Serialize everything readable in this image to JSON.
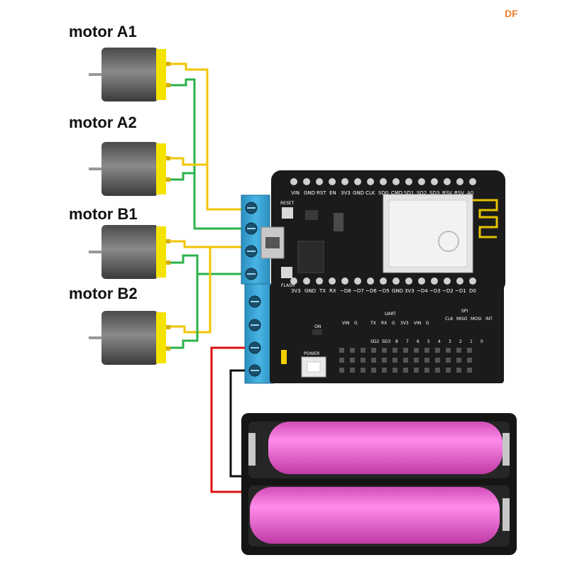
{
  "watermark": "DF",
  "motors": [
    {
      "label": "motor A1"
    },
    {
      "label": "motor A2"
    },
    {
      "label": "motor B1"
    },
    {
      "label": "motor B2"
    }
  ],
  "nodemcu": {
    "top_pins": [
      "VIN",
      "GND",
      "RST",
      "EN",
      "3V3",
      "GND",
      "CLK",
      "SD0",
      "CMD",
      "SD1",
      "SD2",
      "SD3",
      "RSV",
      "RSV",
      "A0"
    ],
    "bottom_pins": [
      "3V3",
      "GND",
      "TX",
      "RX",
      "~D8",
      "~D7",
      "~D6",
      "~D5",
      "GND",
      "3V3",
      "~D4",
      "~D3",
      "~D2",
      "~D1",
      "D0"
    ],
    "reset_label": "RESET",
    "flash_label": "FLASH"
  },
  "shield": {
    "on_label": "ON",
    "power_label": "POWER",
    "uart_label": "UART",
    "spi_label": "SPI",
    "uart_pins": [
      "TX",
      "RX",
      "G",
      "3V3",
      "VIN",
      "G"
    ],
    "spi_pins": [
      "CLK",
      "MISO",
      "MOSI",
      "INT"
    ],
    "vin_g": [
      "VIN",
      "G"
    ],
    "row_labels": [
      "SD2",
      "SD3",
      "8",
      "7",
      "6",
      "5",
      "4",
      "3",
      "2",
      "1",
      "0"
    ]
  },
  "colors": {
    "terminal": "#3aa6d6",
    "board": "#1b1b1b",
    "wire_yellow": "#f2c400",
    "wire_green": "#2bb24a",
    "wire_red": "#e01010",
    "wire_black": "#111111",
    "battery": "#f06ad6",
    "motor_body": "#6a6a6a",
    "motor_cap": "#f4e200",
    "watermark": "#f08030"
  }
}
